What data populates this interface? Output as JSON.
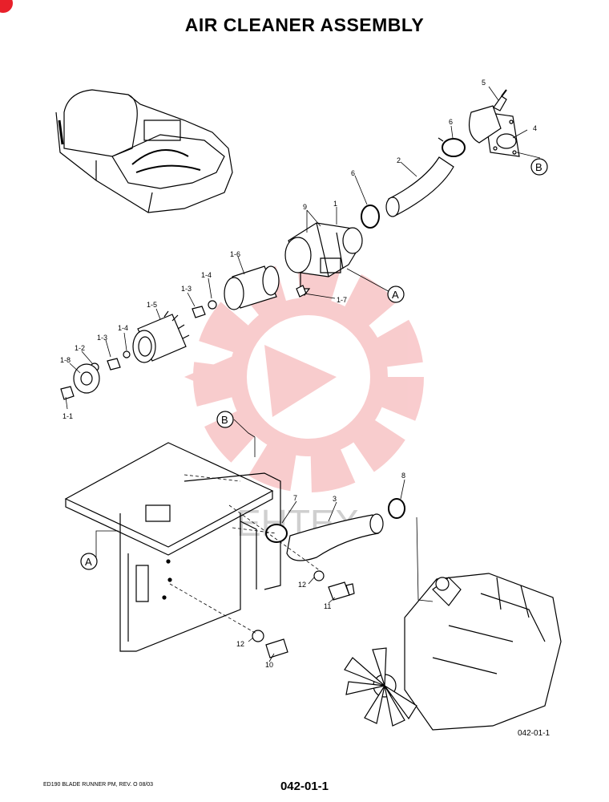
{
  "title": "AIR CLEANER ASSEMBLY",
  "watermark_text": "ЕНТЕХ",
  "callout_a": "A",
  "callout_b": "B",
  "labels": {
    "p5": "5",
    "p6a": "6",
    "p4": "4",
    "p2": "2",
    "p6b": "6",
    "p9": "9",
    "p1": "1",
    "p1_6": "1-6",
    "p1_4a": "1-4",
    "p1_3a": "1-3",
    "p1_7": "1-7",
    "p1_5": "1-5",
    "p1_2": "1-2",
    "p1_3b": "1-3",
    "p1_4b": "1-4",
    "p1_8": "1-8",
    "p1_1": "1-1",
    "p8": "8",
    "p7": "7",
    "p3": "3",
    "p12a": "12",
    "p11": "11",
    "p12b": "12",
    "p10": "10"
  },
  "figure_id": "042-01-1",
  "footer": {
    "left": "ED190 BLADE RUNNER PM,  REV. O 08/03",
    "page": "042-01-1"
  },
  "colors": {
    "line": "#000000",
    "watermark": "#f4a3a5",
    "badge": "#e8202a"
  }
}
